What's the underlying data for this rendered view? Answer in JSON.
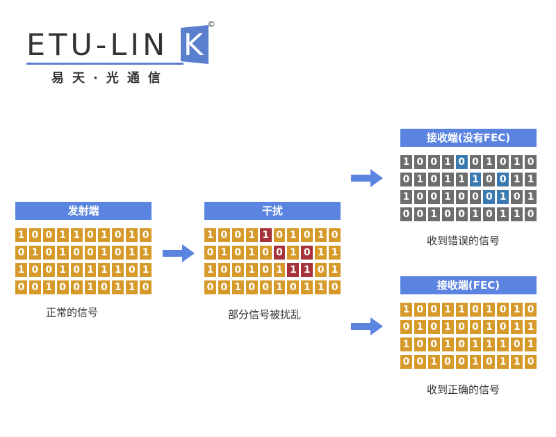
{
  "logo": {
    "word": "ETU-LIN",
    "flag_letter": "K",
    "copyright": "©",
    "subtitle": "易天·光通信"
  },
  "panels": [
    {
      "id": "transmit",
      "title": "发射端",
      "caption": "正常的信号",
      "base_color": "#d69a2a",
      "rows": [
        "1001101010",
        "0101001011",
        "1001011101",
        "0010010110"
      ],
      "highlights": []
    },
    {
      "id": "interference",
      "title": "干扰",
      "caption": "部分信号被扰乱",
      "base_color": "#d69a2a",
      "highlight_color": "#a6333b",
      "rows": [
        "1001101010",
        "0101001011",
        "1001011101",
        "0010010110"
      ],
      "highlights": [
        [
          0,
          4
        ],
        [
          1,
          5
        ],
        [
          1,
          7
        ],
        [
          2,
          6
        ],
        [
          2,
          7
        ]
      ]
    },
    {
      "id": "receive-no-fec",
      "title": "接收端(没有FEC)",
      "caption": "收到错误的信号",
      "base_color": "#6d6d6d",
      "highlight_color": "#3a7ab0",
      "rows": [
        "1001001010",
        "0101110011",
        "1001000101",
        "0010010110"
      ],
      "highlights": [
        [
          0,
          4
        ],
        [
          1,
          5
        ],
        [
          1,
          7
        ],
        [
          2,
          6
        ],
        [
          2,
          7
        ]
      ]
    },
    {
      "id": "receive-fec",
      "title": "接收端(FEC)",
      "caption": "收到正确的信号",
      "base_color": "#d69a2a",
      "rows": [
        "1001101010",
        "0101001011",
        "1001011101",
        "0010010110"
      ],
      "highlights": []
    }
  ],
  "colors": {
    "title_bar": "#5b84e0",
    "arrow": "#5b84e0",
    "logo_blue": "#5a7fcf"
  }
}
